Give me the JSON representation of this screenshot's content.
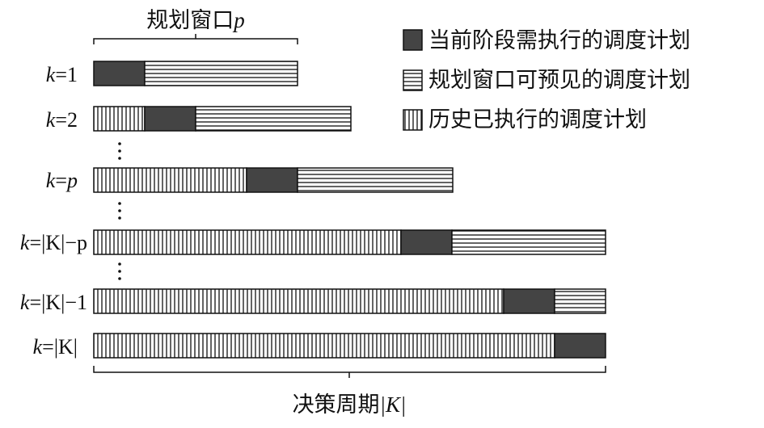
{
  "top_brace_label": {
    "text": "规划窗口",
    "var": "p"
  },
  "bottom_brace_label": {
    "text": "决策周期",
    "var": "|K|"
  },
  "rows": [
    {
      "k_var": "k",
      "k_eq": "=",
      "k_val": "1",
      "history": 0,
      "current": 1,
      "visible": 3
    },
    {
      "k_var": "k",
      "k_eq": "=",
      "k_val": "2",
      "history": 1,
      "current": 1,
      "visible": 3
    },
    {
      "k_var": "k",
      "k_eq": "=",
      "k_val": "p",
      "history": 3,
      "current": 1,
      "visible": 3
    },
    {
      "k_var": "k",
      "k_eq": "=",
      "k_val": "|K|−p",
      "history": 6,
      "current": 1,
      "visible": 3
    },
    {
      "k_var": "k",
      "k_eq": "=",
      "k_val": "|K|−1",
      "history": 8,
      "current": 1,
      "visible": 1
    },
    {
      "k_var": "k",
      "k_eq": "=",
      "k_val": "|K|",
      "history": 9,
      "current": 1,
      "visible": 0
    }
  ],
  "legend": [
    {
      "label": "当前阶段需执行的调度计划",
      "pattern": "solid"
    },
    {
      "label": "规划窗口可预见的调度计划",
      "pattern": "horizontal"
    },
    {
      "label": "历史已执行的调度计划",
      "pattern": "vertical"
    }
  ],
  "colors": {
    "current_fill": "#444444",
    "stroke": "#111111",
    "background": "#ffffff"
  }
}
